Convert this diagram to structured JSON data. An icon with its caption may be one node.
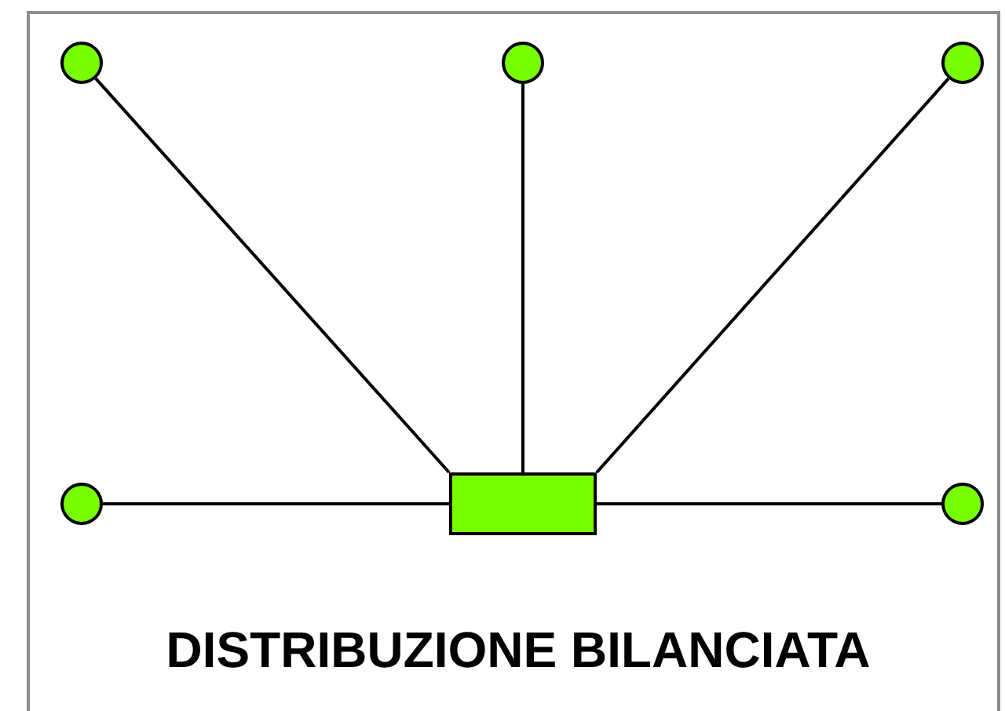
{
  "diagram": {
    "title": "DISTRIBUZIONE BILANCIATA",
    "nodes": [
      {
        "text": [],
        "shape": "circle"
      },
      {
        "text": [],
        "shape": "circle"
      },
      {
        "text": [],
        "shape": "circle"
      },
      {
        "text": [],
        "shape": "circle"
      },
      {
        "text": [],
        "shape": "box"
      },
      {
        "text": [],
        "shape": "circle"
      }
    ],
    "edges": [
      {
        "from": 4,
        "to": 0,
        "arrow": "none"
      },
      {
        "from": 4,
        "to": 1,
        "arrow": "none"
      },
      {
        "from": 4,
        "to": 2,
        "arrow": "none"
      },
      {
        "from": 4,
        "to": 3,
        "arrow": "none"
      },
      {
        "from": 4,
        "to": 5,
        "arrow": "none"
      }
    ]
  }
}
